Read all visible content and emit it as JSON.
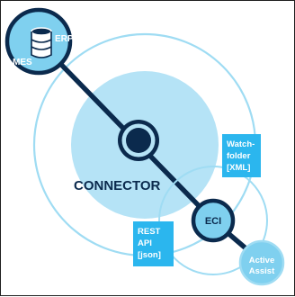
{
  "diagram": {
    "center_label": "CONNECTOR",
    "nodes": {
      "erp": "ERP",
      "mes": "MES",
      "eci": "ECI",
      "active_assist": [
        "Active",
        "Assist"
      ]
    },
    "tags": {
      "watchfolder": [
        "Watch-",
        "folder",
        "[XML]"
      ],
      "rest_api": [
        "REST",
        "API",
        "[json]"
      ]
    },
    "colors": {
      "navy": "#0b2a4d",
      "light_blue": "#7fd0ef",
      "pale_blue": "#b5e3f6",
      "ring_blue": "#9fdcf3",
      "tag_blue": "#2bb6ee",
      "white": "#ffffff"
    },
    "icons": [
      "database-icon"
    ]
  }
}
